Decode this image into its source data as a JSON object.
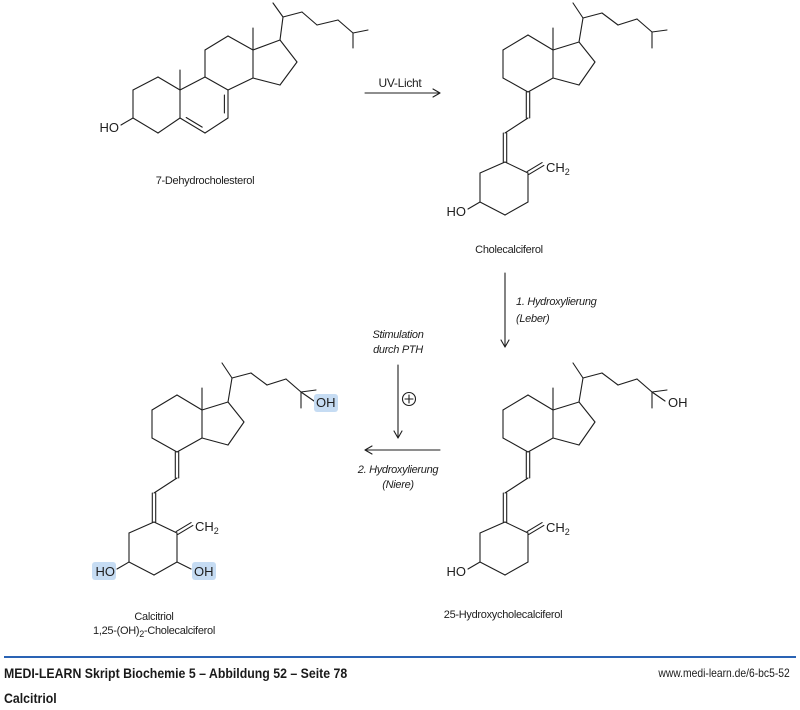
{
  "figure": {
    "highlight_color": "#c6dcf3",
    "compounds": {
      "dehydrocholesterol": {
        "name": "7-Dehydrocholesterol",
        "ho": "HO"
      },
      "cholecalciferol": {
        "name": "Cholecalciferol",
        "ho": "HO",
        "ch": "CH",
        "ch_sub": "2"
      },
      "hydroxycholecalciferol": {
        "name": "25-Hydroxycholecalciferol",
        "ho": "HO",
        "oh25": "OH",
        "ch": "CH",
        "ch_sub": "2"
      },
      "calcitriol": {
        "name": "Calcitriol",
        "subtitle_pre": "1,25-(OH)",
        "subtitle_sub": "2",
        "subtitle_post": "-Cholecalciferol",
        "ho": "HO",
        "oh1": "OH",
        "oh25": "OH",
        "ch": "CH",
        "ch_sub": "2",
        "highlighted_groups": [
          "3-HO",
          "1-OH",
          "25-OH"
        ]
      }
    },
    "reactions": {
      "uv": {
        "label": "UV-Licht"
      },
      "liver": {
        "line1": "1. Hydroxylierung",
        "line2": "(Leber)"
      },
      "kidney": {
        "line1": "2. Hydroxylierung",
        "line2": "(Niere)"
      },
      "regulation": {
        "line1": "Stimulation",
        "line2": "durch PTH",
        "effect": "+"
      }
    }
  },
  "footer": {
    "title": "MEDI-LEARN Skript Biochemie 5 – Abbildung 52 – Seite 78",
    "url": "www.medi-learn.de/6-bc5-52",
    "caption": "Calcitriol",
    "rule_color": "#2a63b4"
  }
}
